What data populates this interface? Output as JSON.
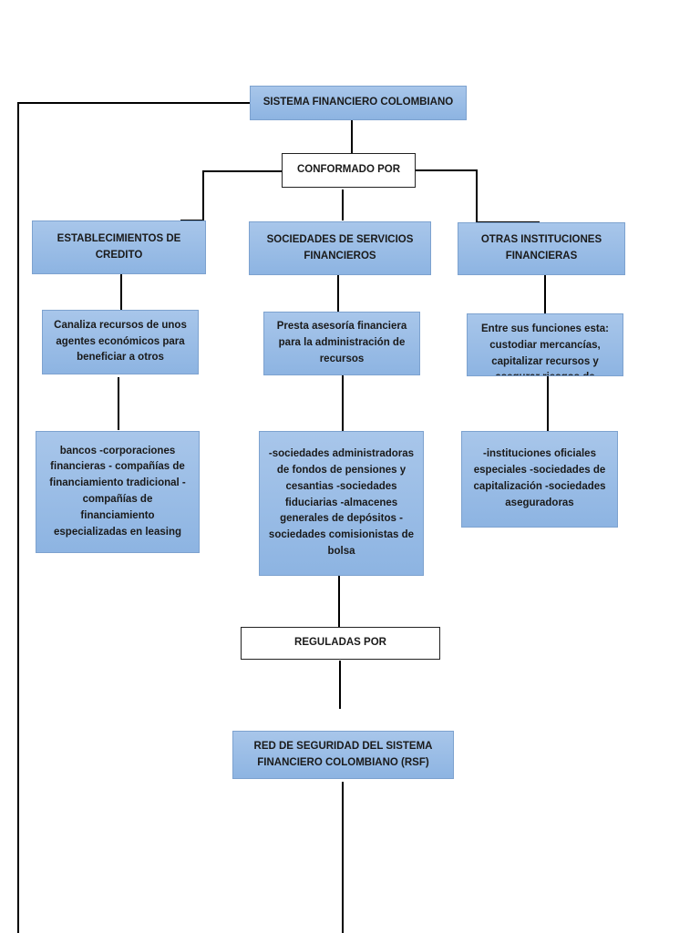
{
  "nodes": {
    "root": "SISTEMA FINANCIERO COLOMBIANO",
    "conformado": "CONFORMADO POR",
    "col1_title": "ESTABLECIMIENTOS DE\nCREDITO",
    "col2_title": "SOCIEDADES DE SERVICIOS\nFINANCIEROS",
    "col3_title": "OTRAS INSTITUCIONES\nFINANCIERAS",
    "col1_desc": "Canaliza recursos de unos\nagentes económicos para\nbeneficiar a otros",
    "col2_desc": "Presta asesoría financiera\npara la administración de\nrecursos",
    "col3_desc": "Entre sus funciones esta:\ncustodiar mercancías,\ncapitalizar recursos y\nasegurar riesgos de",
    "col1_list": "bancos -corporaciones\nfinancieras - compañías de\nfinanciamiento tradicional -\ncompañías de\nfinanciamiento\nespecializadas en leasing",
    "col2_list": "-sociedades administradoras\nde fondos de pensiones y\ncesantias -sociedades\nfiduciarias -almacenes\ngenerales de depósitos -\nsociedades comisionistas de\nbolsa",
    "col3_list": "-instituciones oficiales\nespeciales -sociedades de\ncapitalización -sociedades\naseguradoras",
    "reguladas": "REGULADAS POR",
    "rsf": "RED DE SEGURIDAD DEL SISTEMA\nFINANCIERO COLOMBIANO (RSF)"
  }
}
